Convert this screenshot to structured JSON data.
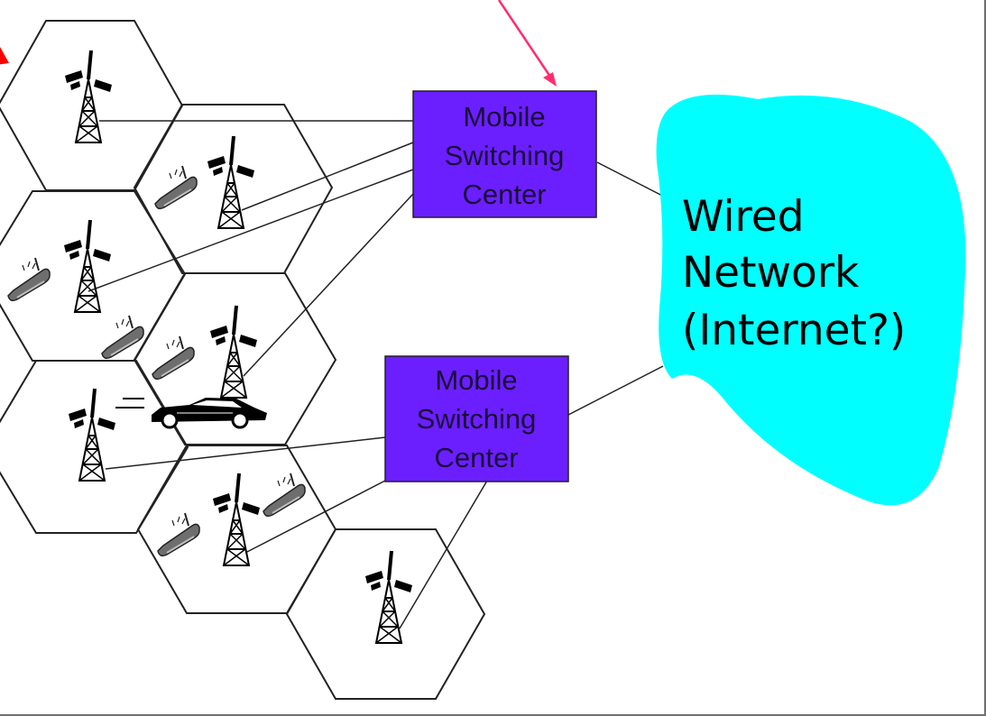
{
  "diagram": {
    "msc_top": {
      "lines": [
        "Mobile",
        "Switching",
        "Center"
      ],
      "fill_color": "#6b1fff",
      "stroke_color": "#222222"
    },
    "msc_bottom": {
      "lines": [
        "Mobile",
        "Switching",
        "Center"
      ],
      "fill_color": "#6b1fff",
      "stroke_color": "#222222"
    },
    "wired_network": {
      "lines": [
        "Wired",
        "Network",
        "(Internet?)"
      ],
      "fill_color": "#00ffff"
    },
    "pointer_arrow_color": "#ff2d6f",
    "cells": [
      {
        "name": "cell-1",
        "has_tower": true
      },
      {
        "name": "cell-2",
        "has_tower": true
      },
      {
        "name": "cell-3",
        "has_tower": true
      },
      {
        "name": "cell-4",
        "has_tower": true
      },
      {
        "name": "cell-5",
        "has_tower": true
      },
      {
        "name": "cell-6",
        "has_tower": true
      },
      {
        "name": "cell-7",
        "has_tower": true
      }
    ],
    "icons": [
      "cell-tower-icon",
      "mobile-phone-icon",
      "car-icon"
    ]
  }
}
